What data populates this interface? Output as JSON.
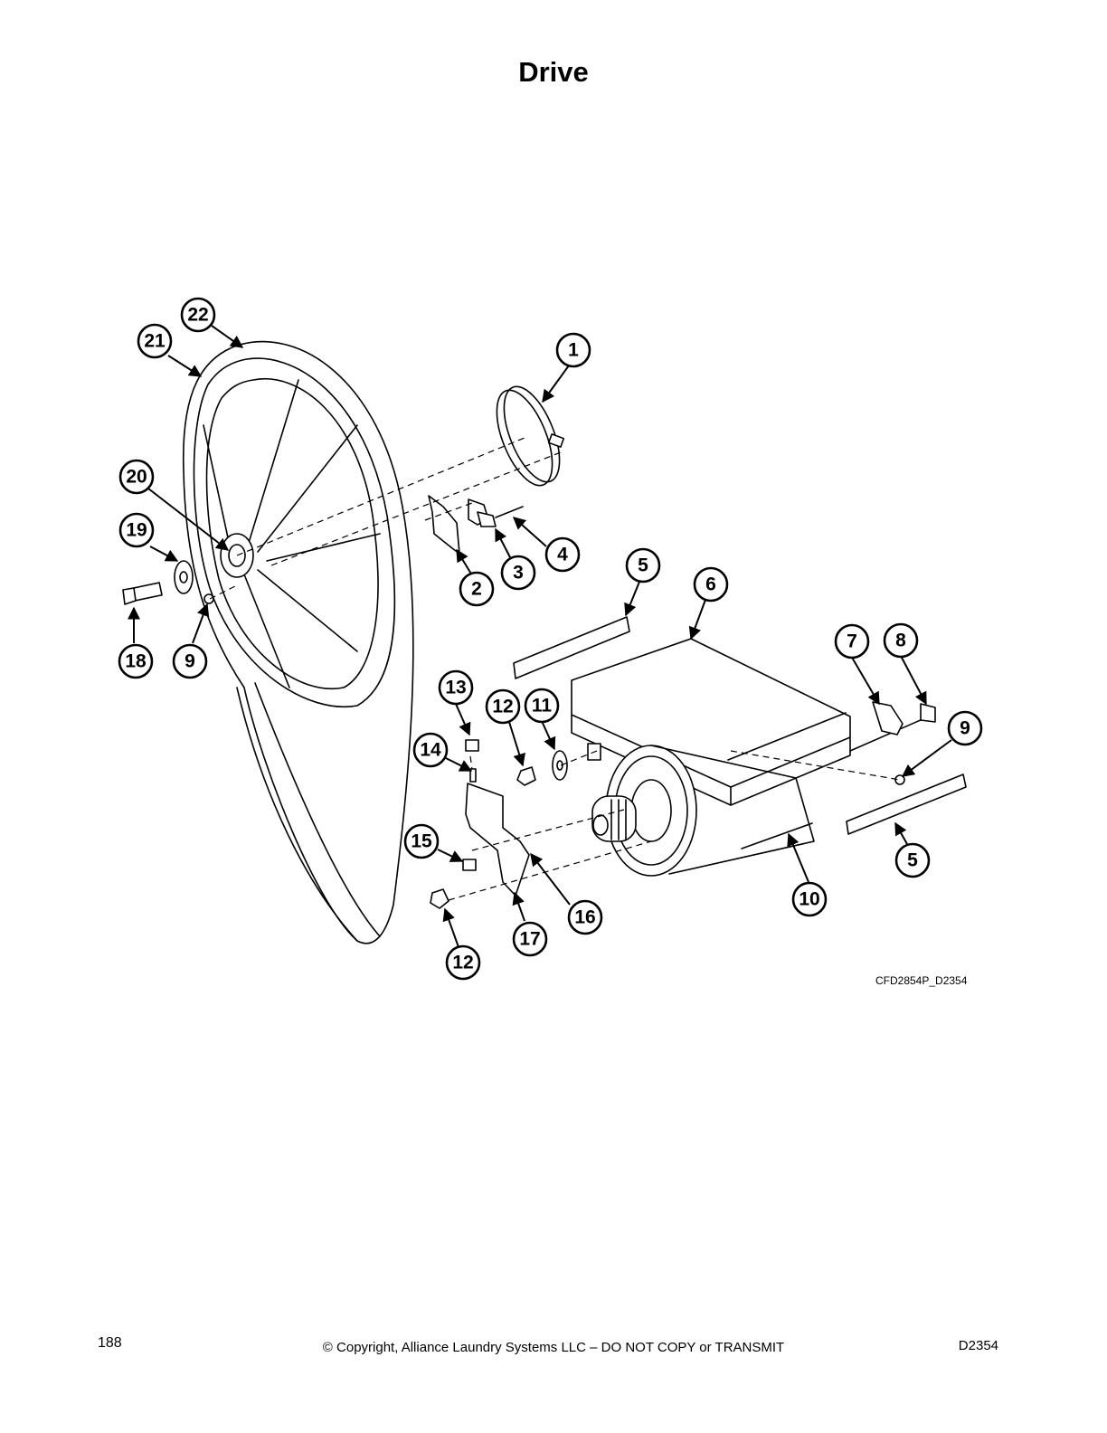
{
  "title": "Drive",
  "drawing_code": "CFD2854P_D2354",
  "callouts": [
    "1",
    "2",
    "3",
    "4",
    "5",
    "6",
    "7",
    "8",
    "9",
    "10",
    "11",
    "12",
    "13",
    "14",
    "15",
    "16",
    "17",
    "18",
    "19",
    "20",
    "21",
    "22"
  ],
  "footer": {
    "page_number": "188",
    "copyright": "© Copyright, Alliance Laundry Systems LLC – DO NOT COPY or TRANSMIT",
    "doc_id": "D2354"
  }
}
